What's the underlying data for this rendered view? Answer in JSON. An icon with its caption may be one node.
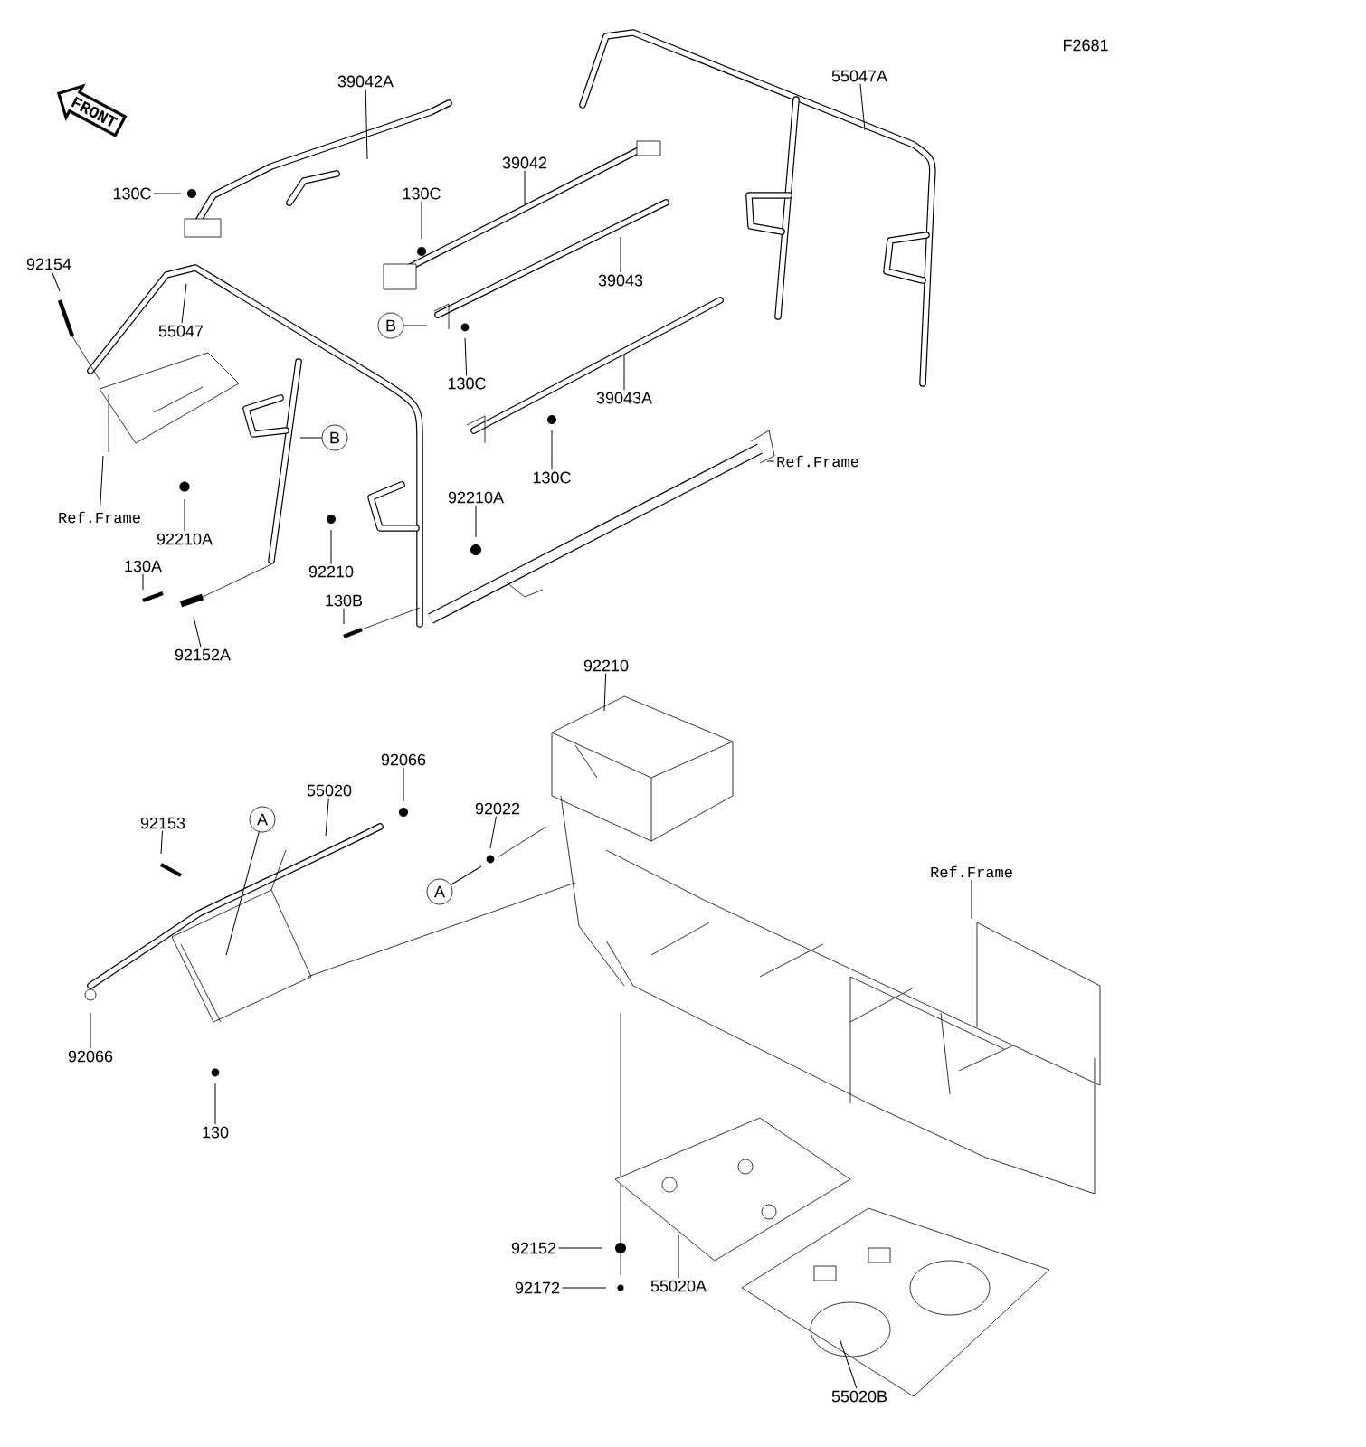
{
  "diagram": {
    "nodes": [
      {
        "text": [
          "FRONT"
        ]
      },
      {
        "text": [
          "39042A"
        ]
      },
      {
        "text": [
          "55047A"
        ]
      },
      {
        "text": [
          "130C"
        ]
      },
      {
        "text": [
          "130C"
        ]
      },
      {
        "text": [
          "39042"
        ]
      },
      {
        "text": [
          "39043"
        ]
      },
      {
        "text": [
          "92154"
        ]
      },
      {
        "text": [
          "55047"
        ]
      },
      {
        "text": [
          "B"
        ]
      },
      {
        "text": [
          "130C"
        ]
      },
      {
        "text": [
          "39043A"
        ]
      },
      {
        "text": [
          "B"
        ]
      },
      {
        "text": [
          "130C"
        ]
      },
      {
        "text": [
          "Ref.Frame"
        ]
      },
      {
        "text": [
          "Ref.Frame"
        ]
      },
      {
        "text": [
          "92210A"
        ]
      },
      {
        "text": [
          "92210A"
        ]
      },
      {
        "text": [
          "130A"
        ]
      },
      {
        "text": [
          "92210"
        ]
      },
      {
        "text": [
          "130B"
        ]
      },
      {
        "text": [
          "92152A"
        ]
      },
      {
        "text": [
          "92210"
        ]
      },
      {
        "text": [
          "92066"
        ]
      },
      {
        "text": [
          "55020"
        ]
      },
      {
        "text": [
          "92022"
        ]
      },
      {
        "text": [
          "92153"
        ]
      },
      {
        "text": [
          "A"
        ]
      },
      {
        "text": [
          "A"
        ]
      },
      {
        "text": [
          "Ref.Frame"
        ]
      },
      {
        "text": [
          "92066"
        ]
      },
      {
        "text": [
          "130"
        ]
      },
      {
        "text": [
          "92152"
        ]
      },
      {
        "text": [
          "92172"
        ]
      },
      {
        "text": [
          "55020A"
        ]
      },
      {
        "text": [
          "55020B"
        ]
      }
    ],
    "edges": [
      {
        "from": 1,
        "to": null,
        "arrow": "none"
      },
      {
        "from": 2,
        "to": null,
        "arrow": "none"
      },
      {
        "from": 3,
        "to": null,
        "arrow": "none"
      },
      {
        "from": 4,
        "to": null,
        "arrow": "none"
      },
      {
        "from": 5,
        "to": null,
        "arrow": "none"
      },
      {
        "from": 6,
        "to": null,
        "arrow": "none"
      },
      {
        "from": 7,
        "to": null,
        "arrow": "none"
      },
      {
        "from": 8,
        "to": null,
        "arrow": "none"
      },
      {
        "from": 9,
        "to": null,
        "arrow": "none"
      },
      {
        "from": 10,
        "to": null,
        "arrow": "none"
      },
      {
        "from": 11,
        "to": null,
        "arrow": "none"
      },
      {
        "from": 12,
        "to": null,
        "arrow": "none"
      },
      {
        "from": 13,
        "to": null,
        "arrow": "none"
      },
      {
        "from": 14,
        "to": null,
        "arrow": "none"
      },
      {
        "from": 15,
        "to": null,
        "arrow": "none"
      },
      {
        "from": 16,
        "to": null,
        "arrow": "none"
      },
      {
        "from": 17,
        "to": null,
        "arrow": "none"
      },
      {
        "from": 18,
        "to": null,
        "arrow": "none"
      },
      {
        "from": 19,
        "to": null,
        "arrow": "none"
      },
      {
        "from": 20,
        "to": null,
        "arrow": "none"
      },
      {
        "from": 21,
        "to": null,
        "arrow": "none"
      },
      {
        "from": 22,
        "to": null,
        "arrow": "none"
      },
      {
        "from": 23,
        "to": null,
        "arrow": "none"
      },
      {
        "from": 24,
        "to": null,
        "arrow": "none"
      },
      {
        "from": 25,
        "to": null,
        "arrow": "none"
      },
      {
        "from": 26,
        "to": null,
        "arrow": "none"
      },
      {
        "from": 27,
        "to": null,
        "arrow": "none"
      },
      {
        "from": 28,
        "to": null,
        "arrow": "none"
      },
      {
        "from": 29,
        "to": null,
        "arrow": "none"
      },
      {
        "from": 30,
        "to": null,
        "arrow": "none"
      },
      {
        "from": 31,
        "to": null,
        "arrow": "none"
      },
      {
        "from": 32,
        "to": null,
        "arrow": "none"
      },
      {
        "from": 33,
        "to": null,
        "arrow": "none"
      },
      {
        "from": 34,
        "to": null,
        "arrow": "none"
      },
      {
        "from": 35,
        "to": null,
        "arrow": "none"
      }
    ],
    "labels": [
      "F2681"
    ]
  }
}
